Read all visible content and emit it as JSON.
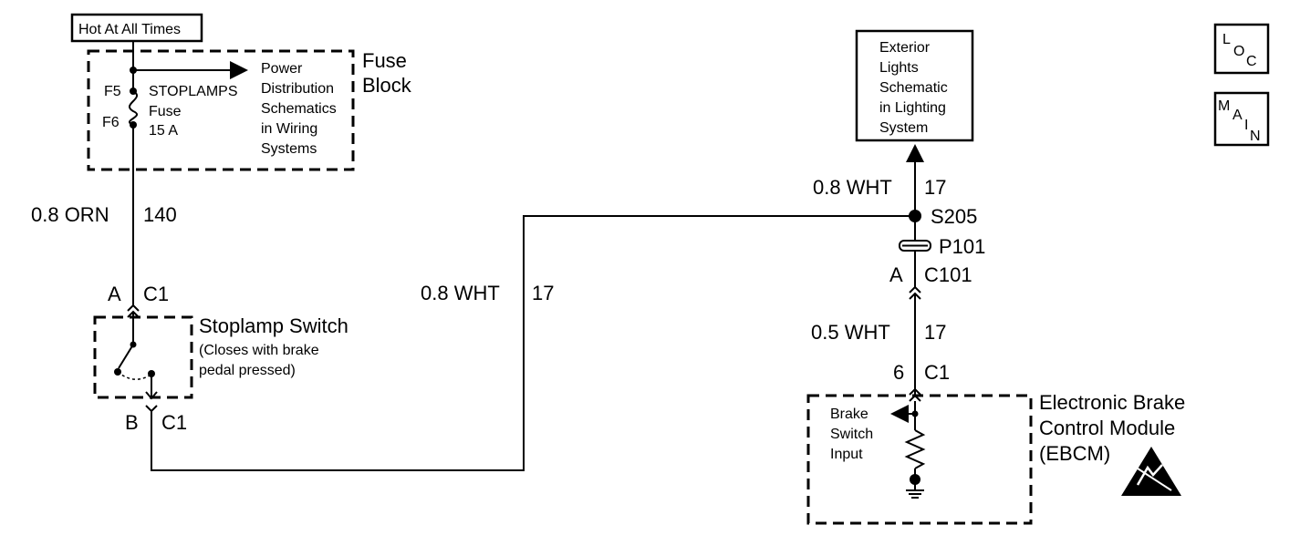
{
  "hot_label": "Hot At All Times",
  "fuse_block": {
    "title_line1": "Fuse",
    "title_line2": "Block",
    "f5": "F5",
    "f6": "F6",
    "fuse_name": [
      "STOPLAMPS",
      "Fuse",
      "15 A"
    ],
    "power_ref": [
      "Power",
      "Distribution",
      "Schematics",
      "in Wiring",
      "Systems"
    ]
  },
  "wire_orn": {
    "gauge": "0.8 ORN",
    "circuit": "140"
  },
  "stoplamp_switch": {
    "top_pin": "A",
    "top_conn": "C1",
    "title": "Stoplamp Switch",
    "desc": [
      "(Closes with brake",
      "pedal pressed)"
    ],
    "bottom_pin": "B",
    "bottom_conn": "C1"
  },
  "wire_wht_mid": {
    "gauge": "0.8 WHT",
    "circuit": "17"
  },
  "exterior_ref": [
    "Exterior",
    "Lights",
    "Schematic",
    "in Lighting",
    "System"
  ],
  "wire_wht_top": {
    "gauge": "0.8 WHT",
    "circuit": "17"
  },
  "splice": "S205",
  "pass_through": "P101",
  "c101": {
    "pin": "A",
    "conn": "C101"
  },
  "wire_wht_low": {
    "gauge": "0.5 WHT",
    "circuit": "17"
  },
  "ebcm_conn": {
    "pin": "6",
    "conn": "C1"
  },
  "ebcm": {
    "title": [
      "Electronic Brake",
      "Control Module",
      "(EBCM)"
    ],
    "input": [
      "Brake",
      "Switch",
      "Input"
    ]
  },
  "nav": {
    "loc": [
      "L",
      "O",
      "C"
    ],
    "main": [
      "M",
      "A",
      "I",
      "N"
    ]
  }
}
